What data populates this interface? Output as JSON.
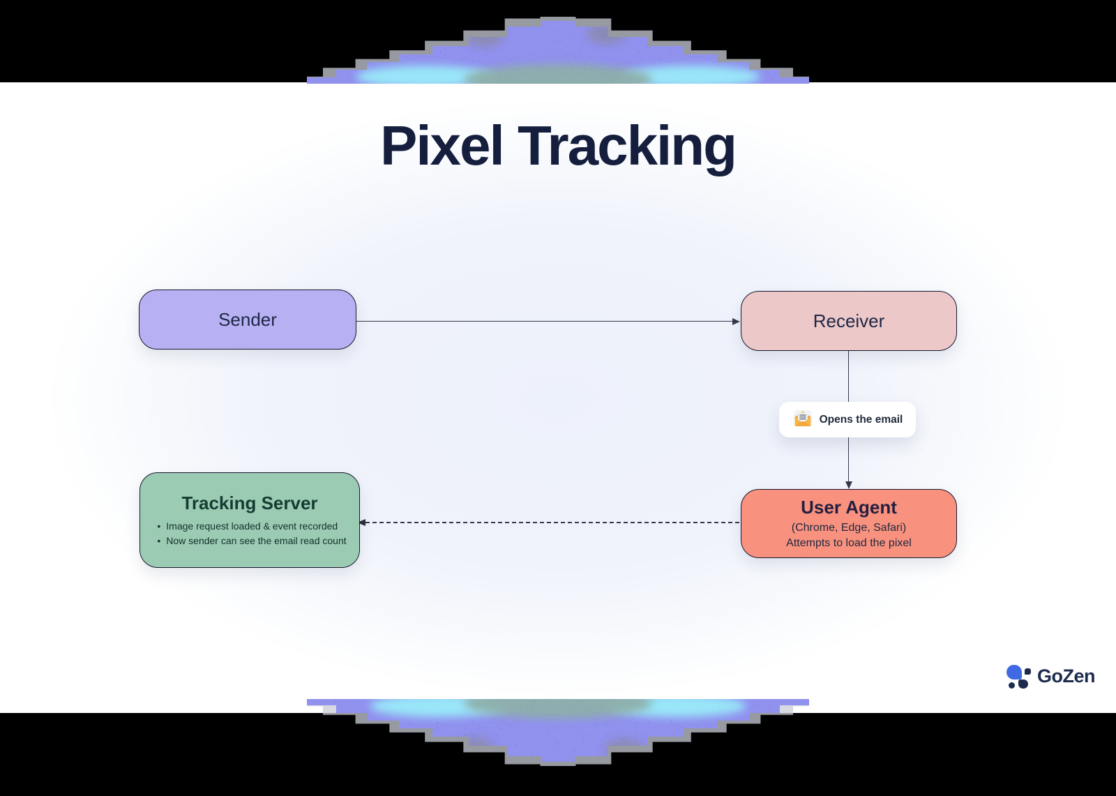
{
  "title": "Pixel Tracking",
  "nodes": {
    "sender": {
      "label": "Sender",
      "fill": "#b7b1f4"
    },
    "receiver": {
      "label": "Receiver",
      "fill": "#ecc8c8"
    },
    "tracking_server": {
      "label": "Tracking Server",
      "fill": "#9ccbb4",
      "bullets": [
        "Image request loaded & event recorded",
        "Now sender can see the email read count"
      ]
    },
    "user_agent": {
      "label": "User Agent",
      "fill": "#f8927e",
      "sublines": [
        "(Chrome, Edge, Safari)",
        "Attempts to load the pixel"
      ]
    }
  },
  "annotations": {
    "opens_email": {
      "label": "Opens the email",
      "icon": "open-envelope-icon"
    }
  },
  "edges": [
    {
      "from": "sender",
      "to": "receiver",
      "style": "solid"
    },
    {
      "from": "receiver",
      "to": "user_agent",
      "style": "solid",
      "label": "Opens the email"
    },
    {
      "from": "user_agent",
      "to": "tracking_server",
      "style": "dashed"
    }
  ],
  "branding": {
    "logo_text": "GoZen"
  },
  "bullet_glyph": "•",
  "colors": {
    "title_text": "#151e3d",
    "edge": "#343a4c",
    "sheet_tint": "#edf1fb",
    "frame": "#000000",
    "noise_blue": "#2222dd",
    "noise_cyan": "#35d6f2",
    "noise_teal": "#1d5f55",
    "logo_blue": "#3f6ae3",
    "logo_navy": "#1d2b4d"
  }
}
